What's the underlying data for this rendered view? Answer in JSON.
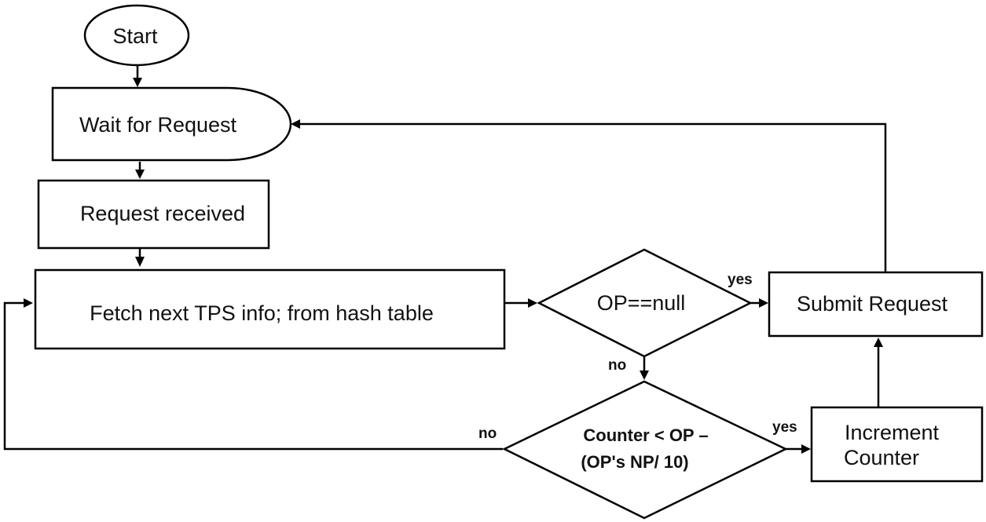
{
  "nodes": {
    "start": "Start",
    "wait": "Wait for Request",
    "received": "Request received",
    "fetch": "Fetch next TPS info; from hash table",
    "op_null": "OP==null",
    "submit": "Submit Request",
    "counter_line1": "Counter < OP –",
    "counter_line2": "(OP's NP/ 10)",
    "increment_line1": "Increment",
    "increment_line2": "Counter"
  },
  "edge_labels": {
    "op_null_yes": "yes",
    "op_null_no": "no",
    "counter_yes": "yes",
    "counter_no": "no"
  }
}
